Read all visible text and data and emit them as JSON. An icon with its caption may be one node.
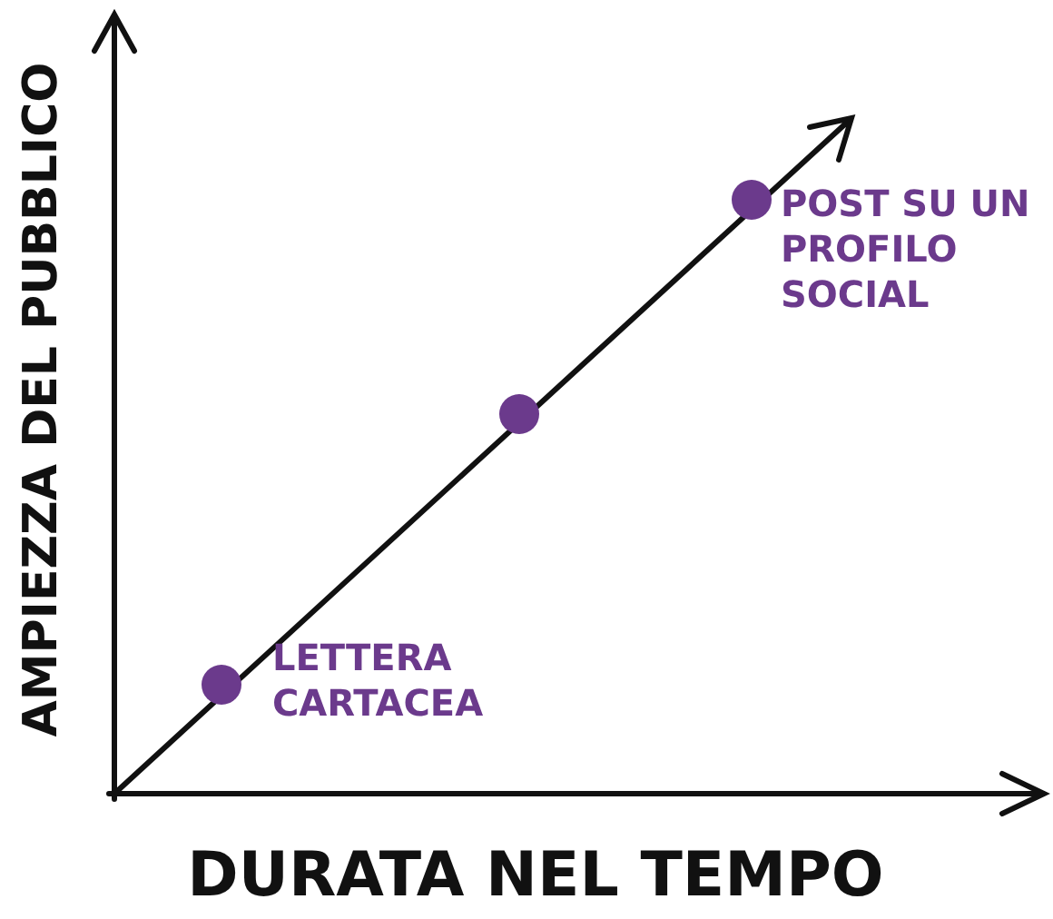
{
  "diagram": {
    "labels": [
      "AMPIEZZA DEL PUBBLICO",
      "DURATA NEL TEMPO",
      "LETTERA CARTACEA",
      "POST SU UN PROFILO SOCIAL"
    ]
  }
}
